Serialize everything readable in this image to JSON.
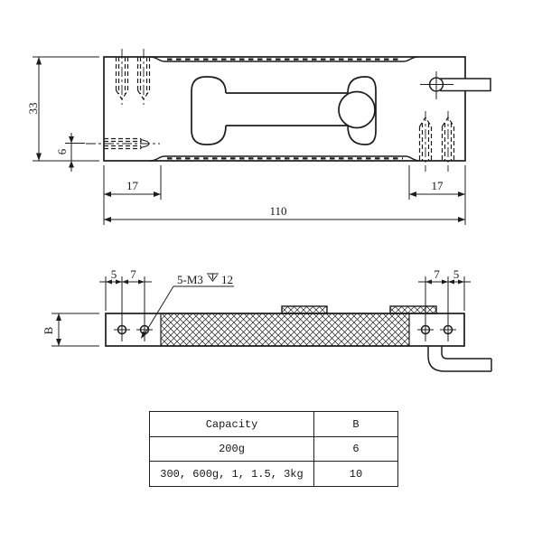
{
  "drawing_title": "load-cell-outline-drawing",
  "colors": {
    "line": "#1d1d1d",
    "background": "#ffffff"
  },
  "top_view": {
    "dim_height": "33",
    "dim_screw_offset": "6",
    "dim_left_end": "17",
    "dim_right_end": "17",
    "dim_total_length": "110"
  },
  "side_view": {
    "dim_edge_to_hole_left": "5",
    "dim_hole_pitch_left": "7",
    "dim_hole_pitch_right": "7",
    "dim_edge_to_hole_right": "5",
    "dim_thickness": "B",
    "thread_note_prefix": "5-M3",
    "thread_note_depth": "12",
    "depth_symbol": "⊽"
  },
  "table": {
    "headers": [
      "Capacity",
      "B"
    ],
    "rows": [
      [
        "200g",
        "6"
      ],
      [
        "300, 600g, 1, 1.5, 3kg",
        "10"
      ]
    ]
  }
}
